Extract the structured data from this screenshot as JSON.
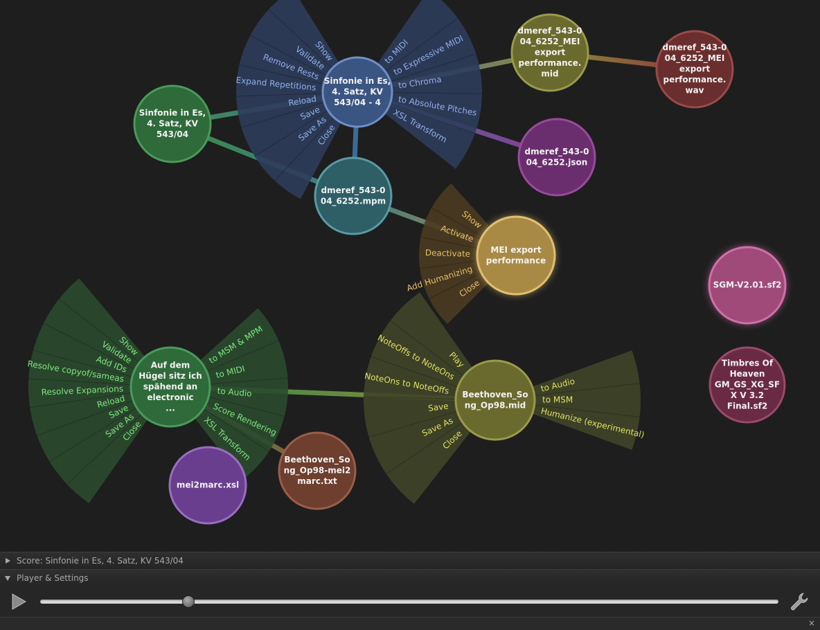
{
  "colors": {
    "background": "#1e1e1e",
    "score_node": "#2f6a3a",
    "score_node_selected": "#3a5582",
    "mpm_node": "#2e5f66",
    "mid_export_node": "#6a6a2e",
    "wav_node": "#6a2e2e",
    "json_node": "#6a2e6e",
    "perf_node": "#a98a45",
    "sf2_pink": "#a04a7a",
    "sf2_maroon": "#6a2a44",
    "xsl_node": "#6a3e8e",
    "txt_node": "#6e3e2e",
    "menu_blue": "#2d3c5a",
    "menu_brown": "#4a3a20",
    "menu_green": "#2a4a2e",
    "menu_olive": "#3f4428",
    "label_blue": "#8fb0ee",
    "label_gold": "#e8c06a",
    "label_green": "#7ee87e",
    "label_yellow": "#e0e060"
  },
  "nodes": {
    "score1": {
      "text": [
        "Sinfonie in Es,",
        "4. Satz, KV",
        "543/04"
      ]
    },
    "score1_expanded": {
      "text": [
        "Sinfonie in Es,",
        "4. Satz, KV",
        "543/04 - 4"
      ]
    },
    "mpm": {
      "text": [
        "dmeref_543-0",
        "04_6252.mpm"
      ]
    },
    "mid_export": {
      "text": [
        "dmeref_543-0",
        "04_6252_MEI",
        "export",
        "performance.",
        "mid"
      ]
    },
    "wav_export": {
      "text": [
        "dmeref_543-0",
        "04_6252_MEI",
        "export",
        "performance.",
        "wav"
      ]
    },
    "json": {
      "text": [
        "dmeref_543-0",
        "04_6252.json"
      ]
    },
    "perf": {
      "text": [
        "MEI export",
        "performance"
      ]
    },
    "sf2a": {
      "text": [
        "SGM-V2.01.sf2"
      ]
    },
    "sf2b": {
      "text": [
        "Timbres Of",
        "Heaven",
        "GM_GS_XG_SF",
        "X V 3.2",
        "Final.sf2"
      ]
    },
    "score2": {
      "text": [
        "Auf dem",
        "Hügel sitz ich",
        "spähend an",
        "electronic",
        "..."
      ]
    },
    "beethoven_mid": {
      "text": [
        "Beethoven_So",
        "ng_Op98.mid"
      ]
    },
    "xsl": {
      "text": [
        "mei2marc.xsl"
      ]
    },
    "marc_txt": {
      "text": [
        "Beethoven_So",
        "ng_Op98-mei2",
        "marc.txt"
      ]
    }
  },
  "menus": {
    "score1_left": [
      "Show",
      "Validate",
      "Remove Rests",
      "Expand Repetitions",
      "Reload",
      "Save",
      "Save As",
      "Close"
    ],
    "score1_right": [
      "to MIDI",
      "to Expressive MIDI",
      "to Chroma",
      "to Absolute Pitches",
      "XSL Transform"
    ],
    "perf_left": [
      "Show",
      "Activate",
      "Deactivate",
      "Add Humanizing",
      "Close"
    ],
    "score2_left": [
      "Show",
      "Validate",
      "Add IDs",
      "Resolve copyof/sameas",
      "Resolve Expansions",
      "Reload",
      "Save",
      "Save As",
      "Close"
    ],
    "score2_right": [
      "to MSM & MPM",
      "to MIDI",
      "to Audio",
      "Score Rendering",
      "XSL Transform"
    ],
    "mid_left": [
      "Play",
      "NoteOffs to NoteOns",
      "NoteOns to NoteOffs",
      "Save",
      "Save As",
      "Close"
    ],
    "mid_right": [
      "to Audio",
      "to MSM",
      "Humanize (experimental)"
    ]
  },
  "panels": {
    "score_panel": "Score: Sinfonie in Es, 4. Satz, KV 543/04",
    "player_panel": "Player & Settings"
  },
  "player": {
    "progress": 0.2,
    "icons": {
      "play": "play-icon",
      "settings": "wrench-icon",
      "close": "close-icon"
    }
  },
  "status": {
    "close_glyph": "×"
  }
}
